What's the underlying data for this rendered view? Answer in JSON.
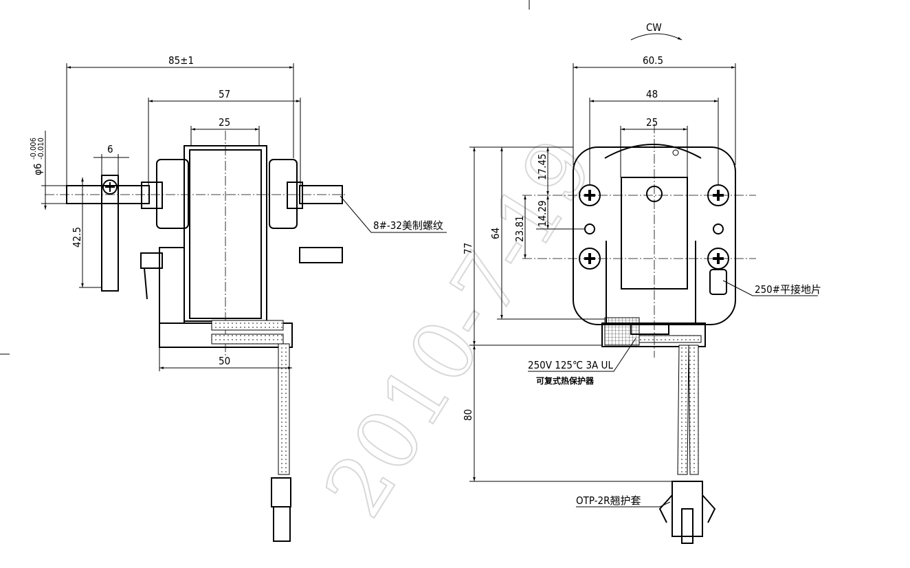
{
  "watermark": "2010-7-19",
  "side_view": {
    "dim_overall": "85±1",
    "dim_57": "57",
    "dim_25": "25",
    "dim_6": "6",
    "shaft_dia": "φ6",
    "shaft_tol_upper": "-0.006",
    "shaft_tol_lower": "-0.010",
    "dim_42_5": "42.5",
    "dim_50": "50",
    "thread_note": "8#-32美制螺纹"
  },
  "front_view": {
    "rotation": "CW",
    "dim_60_5": "60.5",
    "dim_48": "48",
    "dim_25": "25",
    "dim_17_45": "17.45",
    "dim_14_29": "14.29",
    "dim_23_81": "23.81",
    "dim_64": "64",
    "dim_77": "77",
    "dim_80": "80",
    "ground_note": "250#平接地片",
    "protector_rating": "250V 125℃ 3A UL",
    "protector_note": "可复式热保护器",
    "connector_note": "OTP-2R翘护套"
  }
}
